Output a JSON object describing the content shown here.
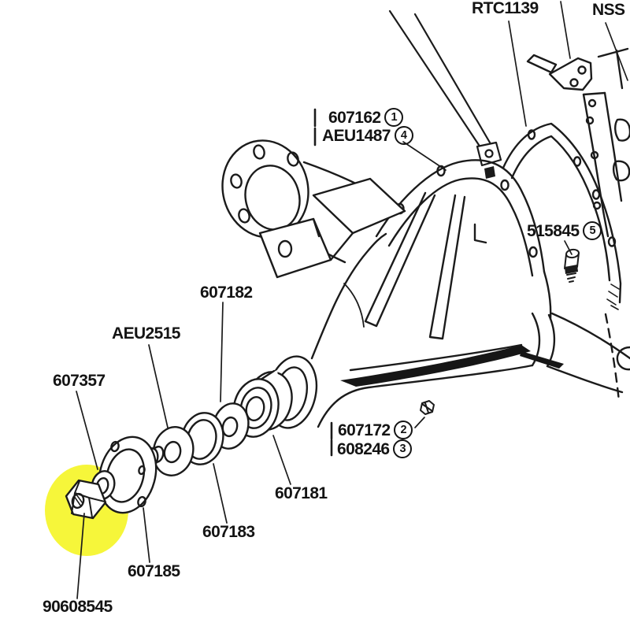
{
  "diagram": {
    "type": "exploded-parts-diagram",
    "background": "#ffffff",
    "line_color": "#1b1b1b",
    "highlight": {
      "part": "90608545",
      "color": "#f6f63a"
    },
    "labels": {
      "rtc1139": {
        "text": "RTC1139"
      },
      "nss": {
        "text": "NSS"
      },
      "part_607162": {
        "text": "607162",
        "badge": "1"
      },
      "aeu1487": {
        "text": "AEU1487",
        "badge": "4"
      },
      "part_515845": {
        "text": "515845",
        "badge": "5"
      },
      "part_607172": {
        "text": "607172",
        "badge": "2"
      },
      "part_608246": {
        "text": "608246",
        "badge": "3"
      },
      "part_607182": {
        "text": "607182"
      },
      "aeu2515": {
        "text": "AEU2515"
      },
      "part_607357": {
        "text": "607357"
      },
      "part_607181": {
        "text": "607181"
      },
      "part_607183": {
        "text": "607183"
      },
      "part_607185": {
        "text": "607185"
      },
      "part_90608545": {
        "text": "90608545"
      }
    }
  }
}
